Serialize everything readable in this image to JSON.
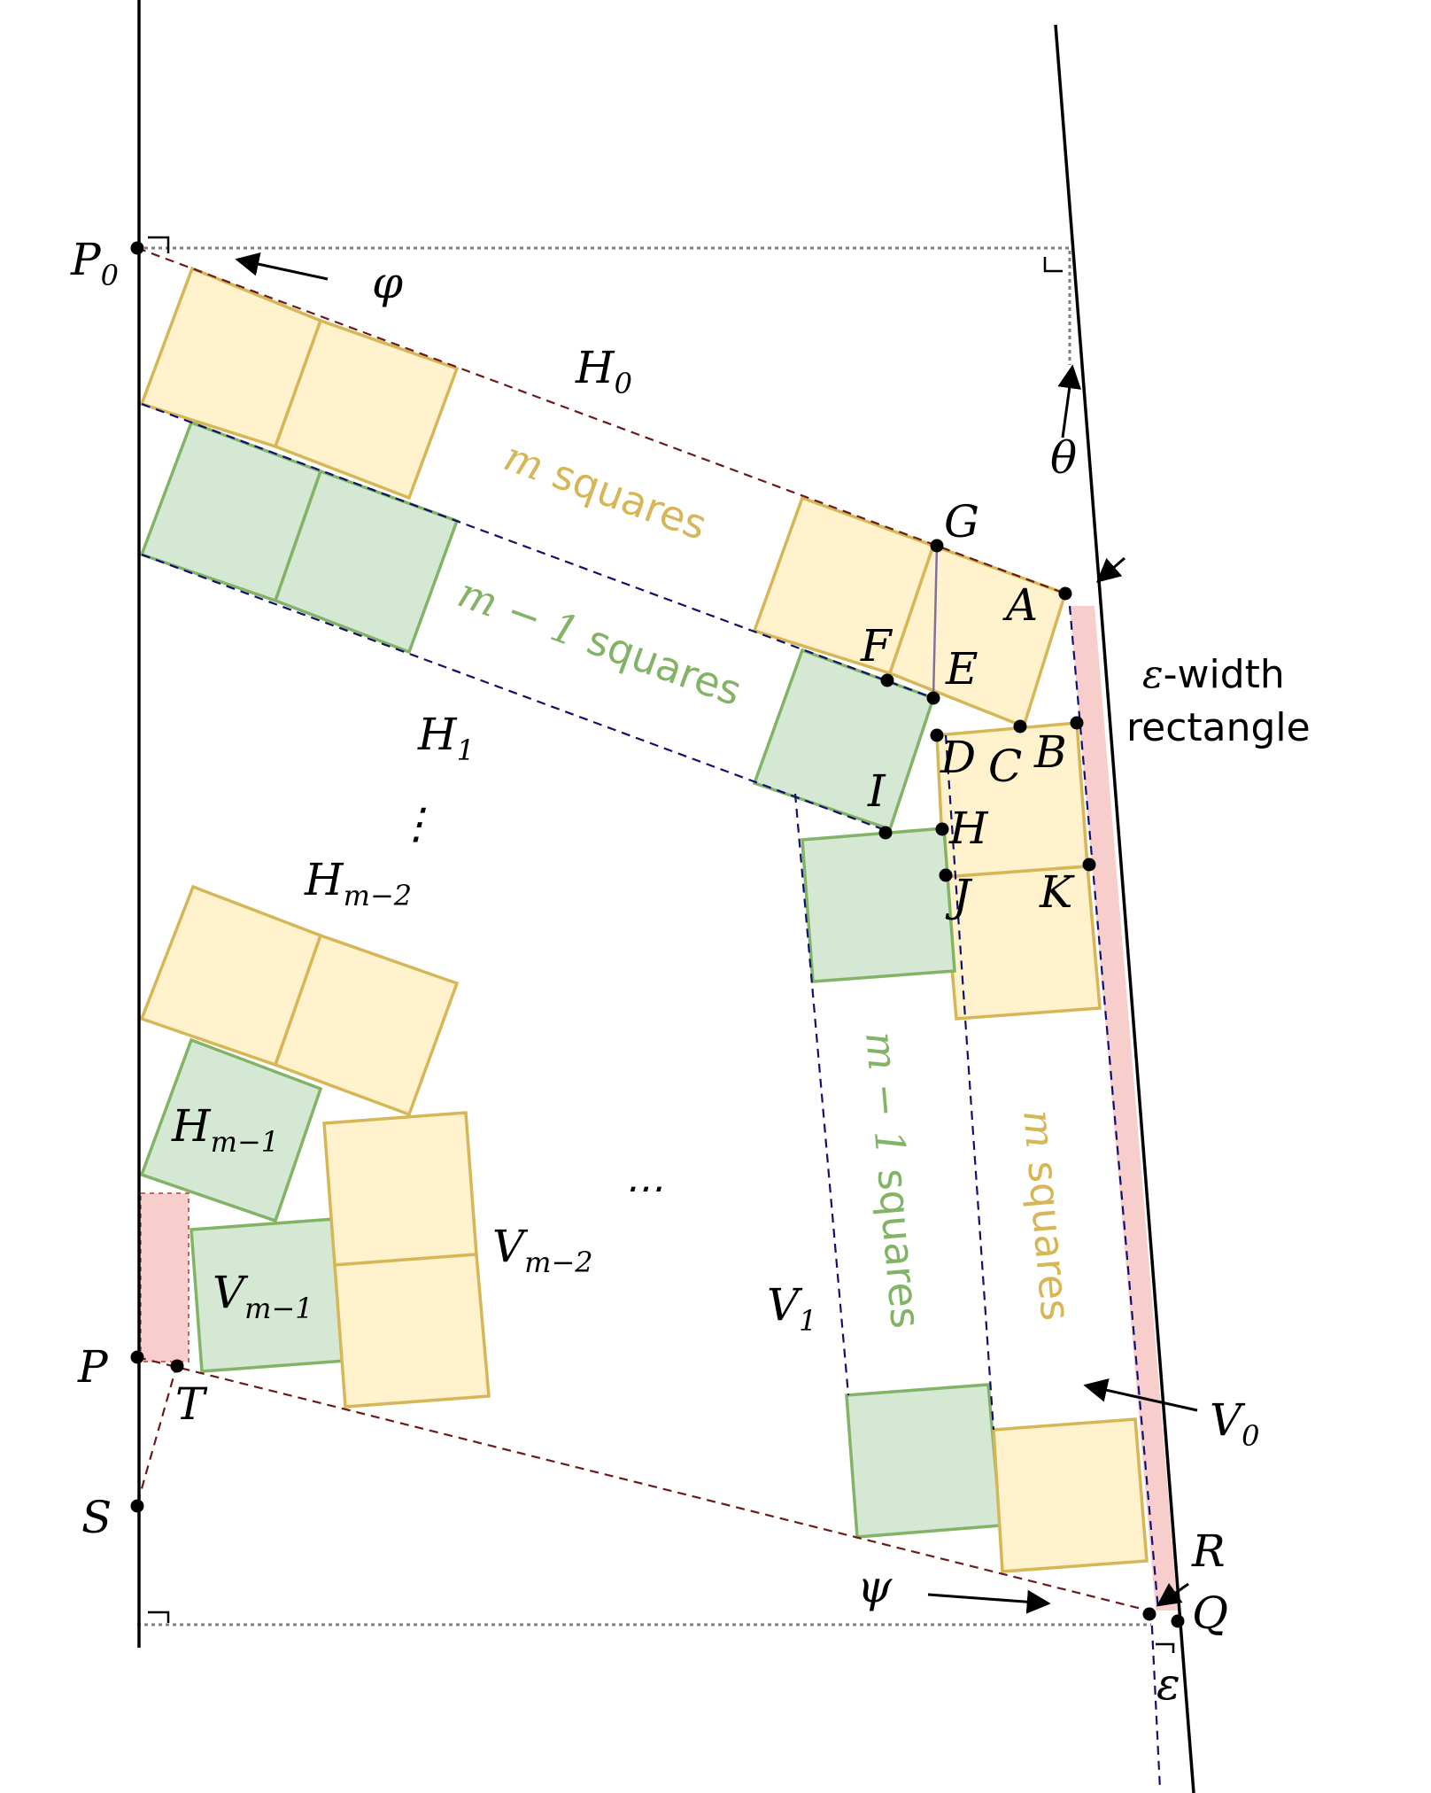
{
  "points": {
    "P0": "P",
    "P0_sub": "0",
    "P": "P",
    "S": "S",
    "T": "T",
    "Q": "Q",
    "R": "R",
    "A": "A",
    "B": "B",
    "C": "C",
    "D": "D",
    "E": "E",
    "F": "F",
    "G": "G",
    "H": "H",
    "I": "I",
    "J": "J",
    "K": "K"
  },
  "angles": {
    "phi": "φ",
    "theta": "θ",
    "psi": "ψ",
    "epsilon": "ε"
  },
  "regions": {
    "H0": "H",
    "H0_sub": "0",
    "H1": "H",
    "H1_sub": "1",
    "Hm2": "H",
    "Hm2_sub": "m−2",
    "Hm1": "H",
    "Hm1_sub": "m−1",
    "V0": "V",
    "V0_sub": "0",
    "V1": "V",
    "V1_sub": "1",
    "Vm2": "V",
    "Vm2_sub": "m−2",
    "Vm1": "V",
    "Vm1_sub": "m−1"
  },
  "texts": {
    "m_squares_m": "m",
    "m_squares_word": " squares",
    "m1_squares_m": "m − 1",
    "m1_squares_word": " squares",
    "eps_width_sym": "ε",
    "eps_width_word": "-width",
    "rectangle": "rectangle",
    "vdots": "⋮",
    "hdots": "⋯"
  },
  "colors": {
    "yellow_fill": "#fff2cc",
    "yellow_stroke": "#d6b656",
    "green_fill": "#d5e8d4",
    "green_stroke": "#82b366",
    "red_fill": "#f8cecc",
    "dash_red": "#6b1a1a",
    "dash_blue": "#101070"
  }
}
